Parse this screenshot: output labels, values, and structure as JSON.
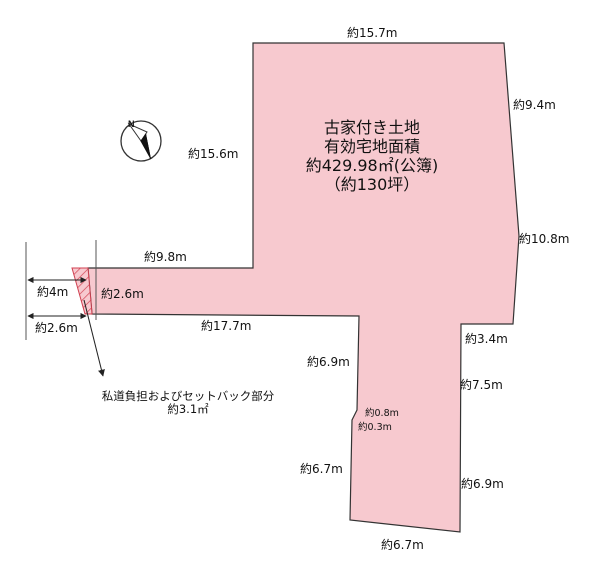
{
  "title": {
    "line1": "古家付き土地",
    "line2": "有効宅地面積",
    "line3": "約429.98㎡(公簿)",
    "line4": "（約130坪）"
  },
  "dimensions": {
    "top": "約15.7m",
    "right_upper": "約9.4m",
    "left_upper": "約15.6m",
    "right_middle": "約10.8m",
    "neck_top": "約9.8m",
    "road_side": "約4m",
    "neck_width": "約2.6m",
    "road_bottom": "約2.6m",
    "neck_bottom": "約17.7m",
    "step": "約3.4m",
    "left_lower_upper": "約6.9m",
    "right_lower_upper": "約7.5m",
    "notch_a": "約0.8m",
    "notch_b": "約0.3m",
    "left_lower_bottom": "約6.7m",
    "right_lower_bottom": "約6.9m",
    "bottom": "約6.7m"
  },
  "note": {
    "line1": "私道負担およびセットバック部分",
    "line2": "約3.1㎡"
  },
  "compass": {
    "letter": "N"
  },
  "colors": {
    "lot_fill": "#f7c9cf",
    "outline": "#333333",
    "hatch": "#d04050"
  }
}
